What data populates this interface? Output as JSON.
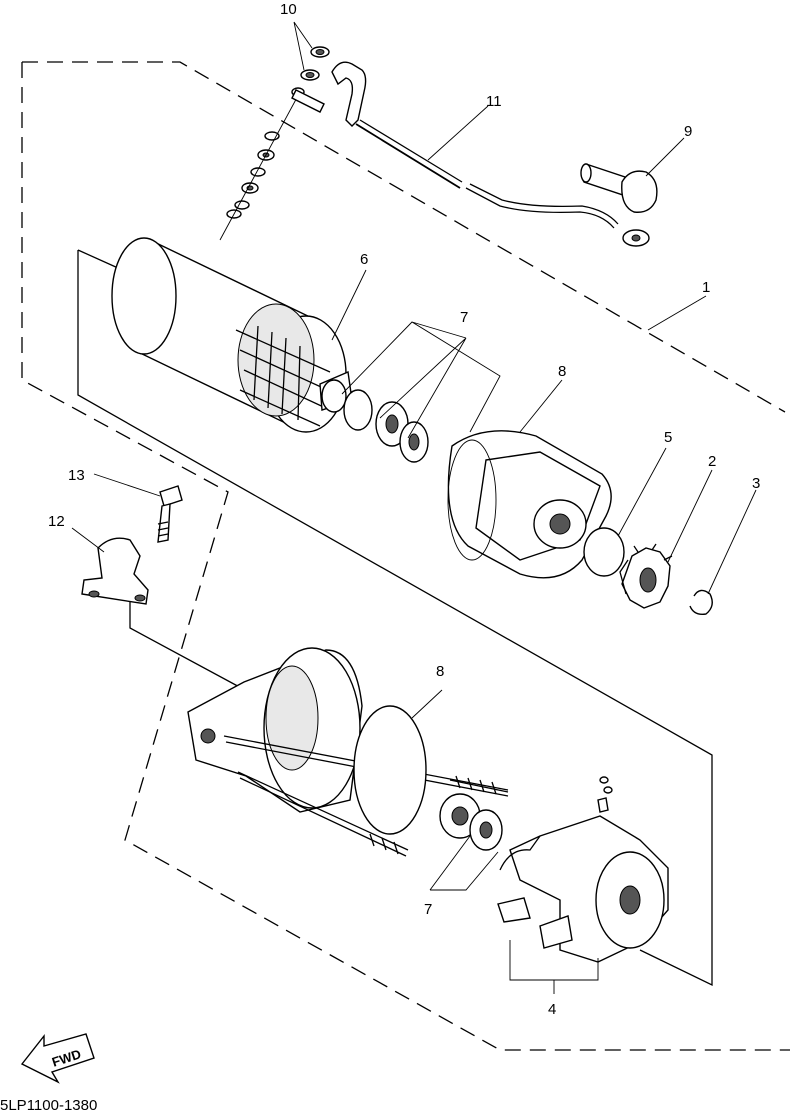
{
  "callouts": {
    "c1": "1",
    "c2": "2",
    "c3": "3",
    "c4": "4",
    "c5": "5",
    "c6": "6",
    "c7a": "7",
    "c7b": "7",
    "c8a": "8",
    "c8b": "8",
    "c9": "9",
    "c10": "10",
    "c11": "11",
    "c12": "12",
    "c13": "13"
  },
  "fwd_label": "FWD",
  "drawing_code": "5LP1100-1380"
}
